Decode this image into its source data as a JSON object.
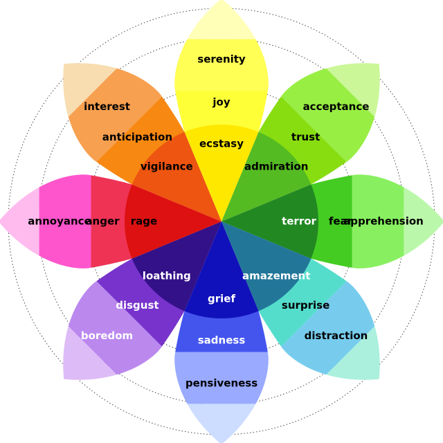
{
  "petals": [
    {
      "key": "joy",
      "outer": {
        "label": "serenity",
        "color": "#ffff55"
      },
      "middle": {
        "label": "joy",
        "color": "#ffff38"
      },
      "inner": {
        "label": "ecstasy",
        "color": "#ffe800"
      },
      "tip_color": "#ffffb8",
      "text_color": "#000000"
    },
    {
      "key": "trust",
      "outer": {
        "label": "acceptance",
        "color": "#99ee44"
      },
      "middle": {
        "label": "trust",
        "color": "#88dd11"
      },
      "inner": {
        "label": "admiration",
        "color": "#55bb22"
      },
      "tip_color": "#ccf799",
      "text_color": "#000000"
    },
    {
      "key": "fear",
      "outer": {
        "label": "apprehension",
        "color": "#88f060"
      },
      "middle": {
        "label": "fear",
        "color": "#44cc22"
      },
      "inner": {
        "label": "terror",
        "color": "#228822"
      },
      "tip_color": "#bbf7aa",
      "text_color": "#000000",
      "inner_text_color": "#ffffff"
    },
    {
      "key": "surprise",
      "outer": {
        "label": "distraction",
        "color": "#77ccee"
      },
      "middle": {
        "label": "surprise",
        "color": "#55ddcc"
      },
      "inner": {
        "label": "amazement",
        "color": "#227799"
      },
      "tip_color": "#aaf0dd",
      "text_color": "#000000",
      "inner_text_color": "#ffffff"
    },
    {
      "key": "sadness",
      "outer": {
        "label": "pensiveness",
        "color": "#99aaff"
      },
      "middle": {
        "label": "sadness",
        "color": "#4455ee"
      },
      "inner": {
        "label": "grief",
        "color": "#1111bb"
      },
      "tip_color": "#ccddff",
      "text_color": "#000000",
      "middle_text_color": "#ffffff",
      "inner_text_color": "#ffffff"
    },
    {
      "key": "disgust",
      "outer": {
        "label": "boredom",
        "color": "#bb88ee"
      },
      "middle": {
        "label": "disgust",
        "color": "#7733cc"
      },
      "inner": {
        "label": "loathing",
        "color": "#331188"
      },
      "tip_color": "#ddbbf7",
      "text_color": "#ffffff"
    },
    {
      "key": "anger",
      "outer": {
        "label": "annoyance",
        "color": "#ff55cc"
      },
      "middle": {
        "label": "anger",
        "color": "#ee3355"
      },
      "inner": {
        "label": "rage",
        "color": "#dd1111"
      },
      "tip_color": "#ffbbee",
      "text_color": "#000000"
    },
    {
      "key": "anticipation",
      "outer": {
        "label": "interest",
        "color": "#f7a050"
      },
      "middle": {
        "label": "anticipation",
        "color": "#f78811"
      },
      "inner": {
        "label": "vigilance",
        "color": "#ee5511"
      },
      "tip_color": "#f7ddb0",
      "text_color": "#000000"
    }
  ],
  "ring_color": "#444444"
}
